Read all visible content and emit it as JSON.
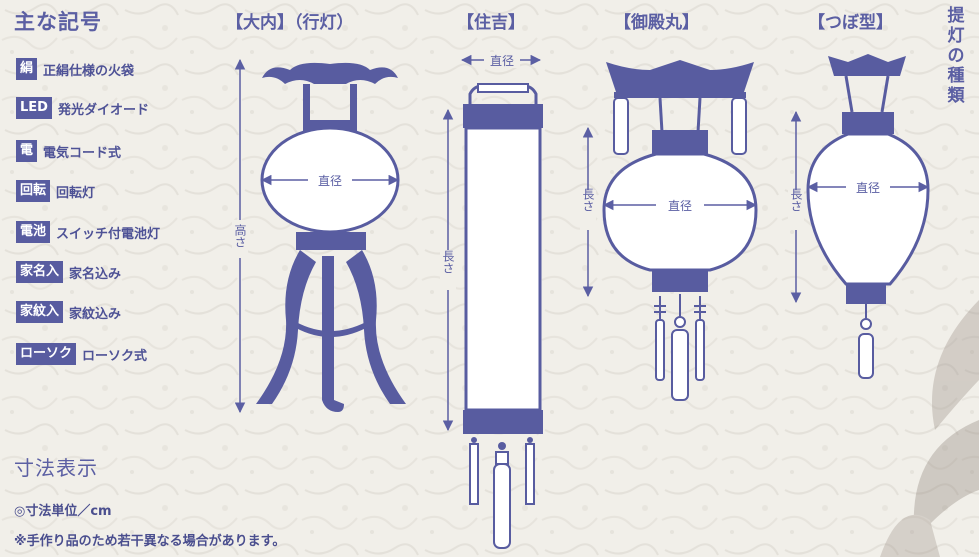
{
  "legend": {
    "title": "主な記号",
    "items": [
      {
        "tag": "絹",
        "desc": "正絹仕様の火袋"
      },
      {
        "tag": "LED",
        "desc": "発光ダイオード"
      },
      {
        "tag": "電",
        "desc": "電気コード式"
      },
      {
        "tag": "回転",
        "desc": "回転灯"
      },
      {
        "tag": "電池",
        "desc": "スイッチ付電池灯"
      },
      {
        "tag": "家名入",
        "desc": "家名込み"
      },
      {
        "tag": "家紋入",
        "desc": "家紋込み"
      },
      {
        "tag": "ローソク",
        "desc": "ローソク式"
      }
    ]
  },
  "dimensions": {
    "title": "寸法表示",
    "unit_note": "◎寸法単位／cm",
    "handmade_note": "※手作り品のため若干異なる場合があります。"
  },
  "lanterns": {
    "daidai": {
      "title": "【大内】（行灯）",
      "height_label": "高さ",
      "diameter_label": "直径"
    },
    "sumiyoshi": {
      "title": "【住吉】",
      "diameter_label": "直径",
      "length_label": "長さ"
    },
    "goten": {
      "title": "【御殿丸】",
      "diameter_label": "直径",
      "length_label": "長さ"
    },
    "tsubo": {
      "title": "【つぼ型】",
      "diameter_label": "直径",
      "length_label": "長さ"
    }
  },
  "side_title": [
    "提",
    "灯",
    "の",
    "種",
    "類"
  ],
  "colors": {
    "accent": "#585ca0",
    "background": "#f1efe9",
    "fill": "#ffffff"
  }
}
